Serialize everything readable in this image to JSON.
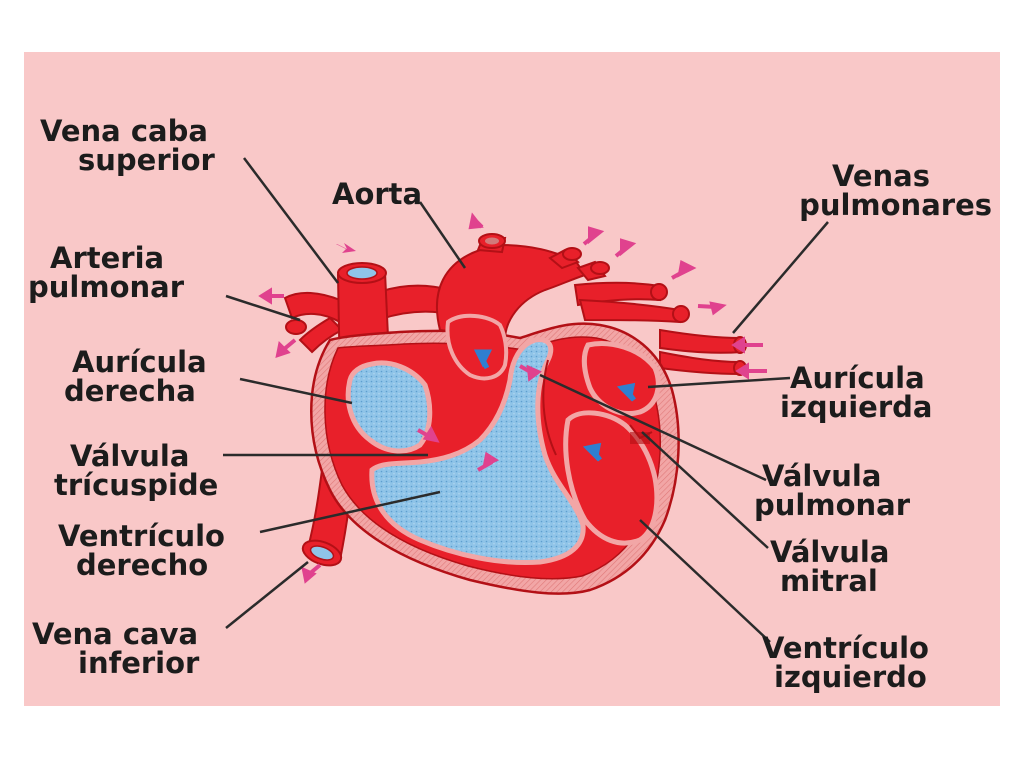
{
  "colors": {
    "background": "#f9c8c8",
    "muscle": "#e8202a",
    "muscle_dark": "#b31016",
    "wall_hatch": "#f2a6a6",
    "oxygen_poor_blood": "#8fc4e8",
    "flow_arrow_pink": "#e0428e",
    "flow_arrow_blue": "#2f7fd0",
    "leader_line": "#2b2b2b",
    "label_text": "#1c1c1c"
  },
  "icons": {
    "flow_arrow_pink": "pink-flow-arrow-icon",
    "flow_arrow_blue": "blue-flow-arrow-icon"
  },
  "labels": {
    "vena_cava_superior": {
      "line1": "Vena caba",
      "line2": "superior"
    },
    "aorta": {
      "line1": "Aorta"
    },
    "venas_pulmonares": {
      "line1": "Venas",
      "line2": "pulmonares"
    },
    "arteria_pulmonar": {
      "line1": "Arteria",
      "line2": "pulmonar"
    },
    "auricula_derecha": {
      "line1": "Aurícula",
      "line2": "derecha"
    },
    "valvula_tricuspide": {
      "line1": "Válvula",
      "line2": "trícuspide"
    },
    "ventriculo_derecho": {
      "line1": "Ventrículo",
      "line2": "derecho"
    },
    "vena_cava_inferior": {
      "line1": "Vena cava",
      "line2": "inferior"
    },
    "auricula_izquierda": {
      "line1": "Aurícula",
      "line2": "izquierda"
    },
    "valvula_pulmonar": {
      "line1": "Válvula",
      "line2": "pulmonar"
    },
    "valvula_mitral": {
      "line1": "Válvula",
      "line2": "mitral"
    },
    "ventriculo_izquierdo": {
      "line1": "Ventrículo",
      "line2": "izquierdo"
    }
  }
}
